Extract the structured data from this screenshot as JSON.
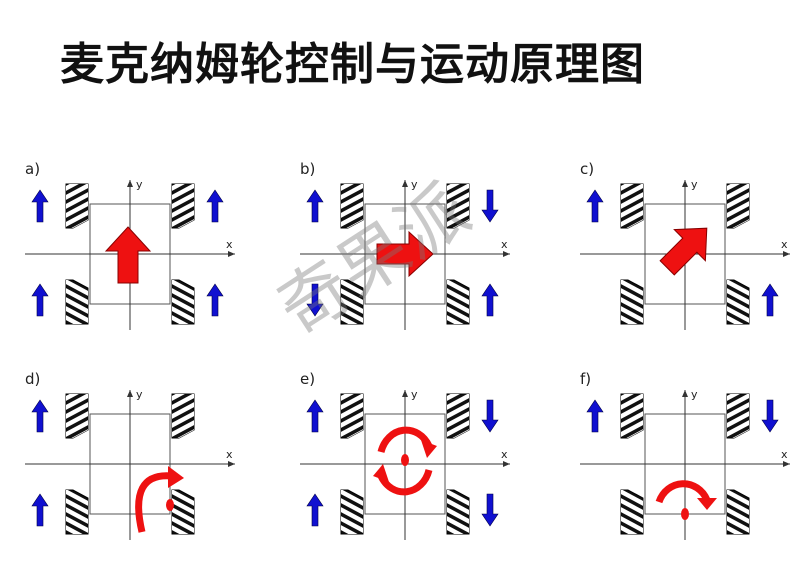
{
  "title": "麦克纳姆轮控制与运动原理图",
  "watermark": "奇果派",
  "axis_labels": {
    "x": "x",
    "y": "y"
  },
  "colors": {
    "wheel_arrow": "#1010d0",
    "motion_arrow": "#ee1111",
    "frame": "#555555",
    "axis": "#333333",
    "wheel_body": "#111111"
  },
  "panels": [
    {
      "label": "a)",
      "motion": "forward",
      "wheels": {
        "front_left": "up",
        "front_right": "up",
        "rear_left": "up",
        "rear_right": "up"
      }
    },
    {
      "label": "b)",
      "motion": "right",
      "wheels": {
        "front_left": "up",
        "front_right": "down",
        "rear_left": "down",
        "rear_right": "up"
      }
    },
    {
      "label": "c)",
      "motion": "diagonal-up-right",
      "wheels": {
        "front_left": "up",
        "front_right": "none",
        "rear_left": "none",
        "rear_right": "up"
      }
    },
    {
      "label": "d)",
      "motion": "pivot-rear-right",
      "wheels": {
        "front_left": "up",
        "front_right": "none",
        "rear_left": "up",
        "rear_right": "none"
      }
    },
    {
      "label": "e)",
      "motion": "rotate-center",
      "wheels": {
        "front_left": "up",
        "front_right": "down",
        "rear_left": "up",
        "rear_right": "down"
      }
    },
    {
      "label": "f)",
      "motion": "pivot-rear-center",
      "wheels": {
        "front_left": "up",
        "front_right": "down",
        "rear_left": "none",
        "rear_right": "none"
      }
    }
  ]
}
